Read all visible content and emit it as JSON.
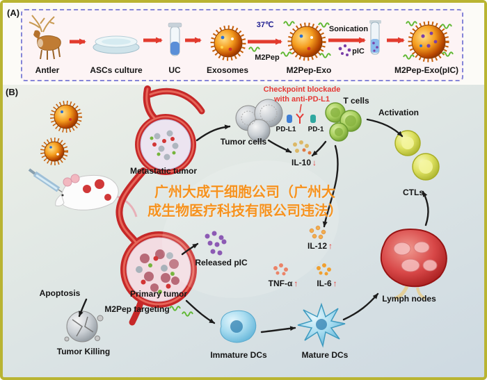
{
  "frame": {
    "panel_a_label": "(A)",
    "panel_b_label": "(B)"
  },
  "panel_a": {
    "steps": [
      "Antler",
      "ASCs culture",
      "UC",
      "Exosomes",
      "M2Pep-Exo",
      "M2Pep-Exo(pIC)"
    ],
    "temp": "37℃",
    "m2pep": "M2Pep",
    "sonication": "Sonication",
    "pic": "pIC"
  },
  "panel_b": {
    "checkpoint": {
      "line1": "Checkpoint blockade",
      "line2": "with anti-PD-L1"
    },
    "labels": {
      "t_cells": "T cells",
      "tumor_cells": "Tumor cells",
      "pd_l1": "PD-L1",
      "pd_1": "PD-1",
      "activation": "Activation",
      "ctls": "CTLs",
      "metastatic_tumor": "Metastatic tumor",
      "released_pic": "Released pIC",
      "lymph_nodes": "Lymph nodes",
      "apoptosis": "Apoptosis",
      "primary_tumor": "Primary tumor",
      "m2pep_targeting": "M2Pep targeting",
      "tumor_killing": "Tumor Killing",
      "immature_dcs": "Immature DCs",
      "mature_dcs": "Mature DCs"
    },
    "cytokines": {
      "il10": "IL-10",
      "il12": "IL-12",
      "tnfa": "TNF-α",
      "il6": "IL-6"
    },
    "arrows": {
      "up": "↑",
      "down": "↓"
    }
  },
  "watermark": {
    "line1": "广州大成干细胞公司（广州大",
    "line2": "成生物医疗科技有限公司违法）"
  },
  "colors": {
    "frame_border": "#b9b432",
    "accent_red": "#e53935",
    "vessel_red": "#c62828",
    "workflow_arrow_red": "#e23b2e",
    "watermark_orange": "#f6921e",
    "m2pep_green": "#5fb832",
    "pic_purple": "#7a3fa8"
  }
}
